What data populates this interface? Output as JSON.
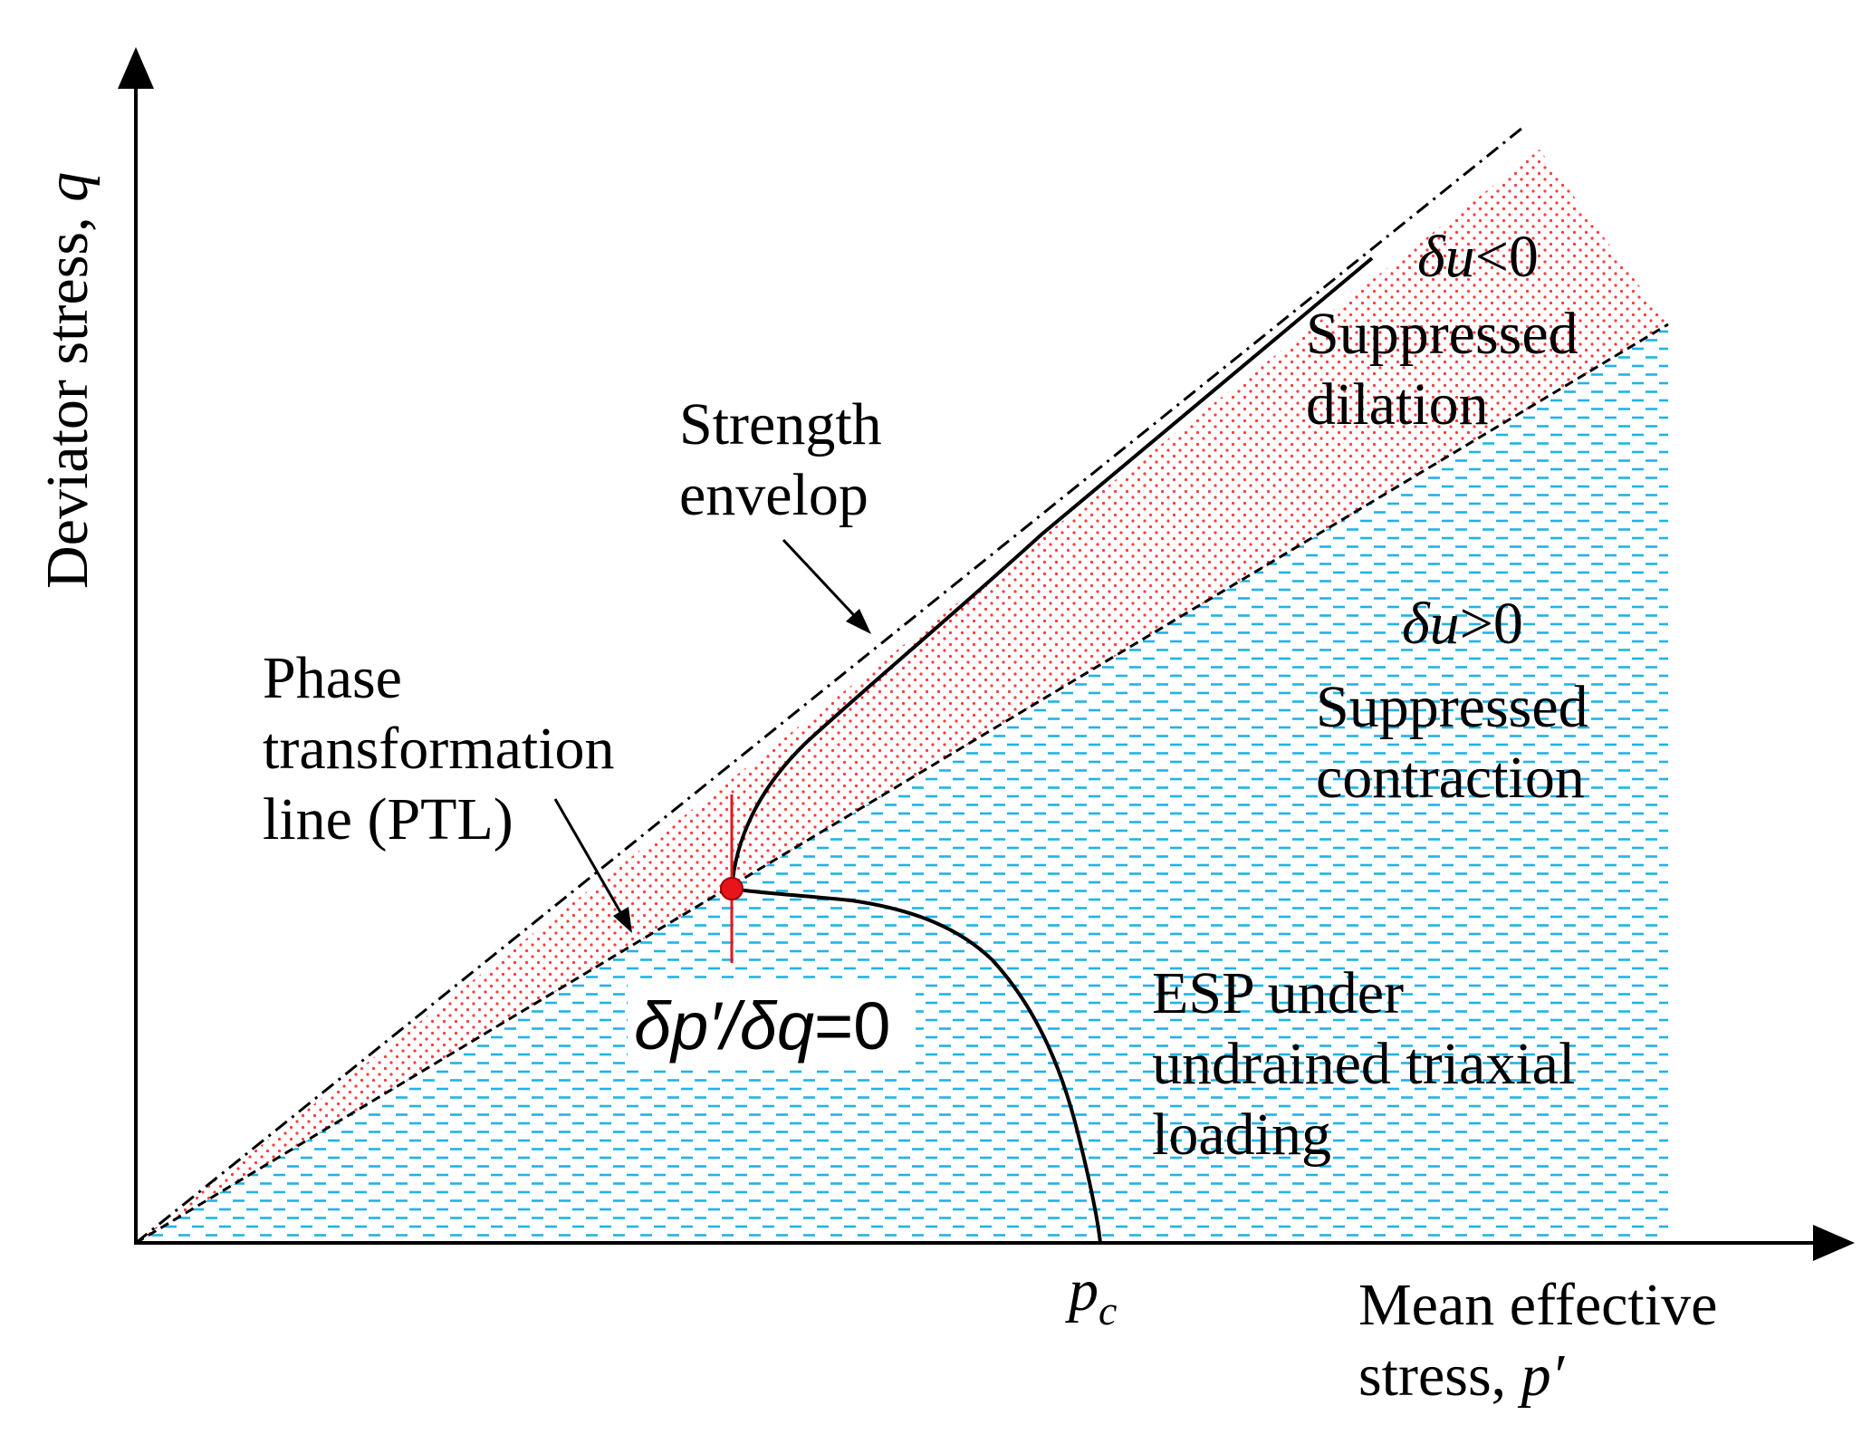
{
  "axes": {
    "y_label_text": "Deviator stress, ",
    "y_label_symbol": "q",
    "x_label_line1": "Mean effective",
    "x_label_line2_text": "stress, ",
    "x_label_line2_symbol": "p′"
  },
  "labels": {
    "pc_main": "p",
    "pc_sub": "c",
    "strength_line1": "Strength",
    "strength_line2": "envelop",
    "ptl_line1": "Phase",
    "ptl_line2": "transformation",
    "ptl_line3": "line (PTL)",
    "du_neg_symbol": "δu",
    "du_neg_rest": "<0",
    "dilation_line1": "Suppressed",
    "dilation_line2": "dilation",
    "du_pos_symbol": "δu",
    "du_pos_rest": ">0",
    "contraction_line1": "Suppressed",
    "contraction_line2": "contraction",
    "dpdq_symbol": "δp′/δq",
    "dpdq_rest": "=0",
    "esp_line1": "ESP under",
    "esp_line2": "undrained triaxial",
    "esp_line3": "loading"
  },
  "colors": {
    "dilation_region": "#ff3b3b",
    "contraction_region": "#1fb4e6",
    "transformation_point": "#e8141c",
    "line": "#000000"
  }
}
